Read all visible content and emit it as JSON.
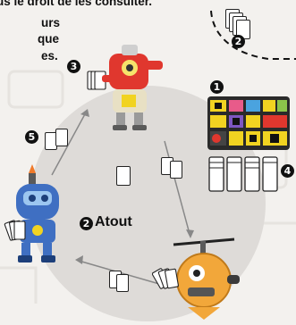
{
  "header": {
    "line1": "us le droit de les consulter.",
    "line2": "urs",
    "line3": "que",
    "line4": "es."
  },
  "labels": {
    "atout": "Atout"
  },
  "steps": {
    "step1": "1",
    "step2_corner": "2",
    "step2_atout": "2",
    "step3": "3",
    "step4": "4",
    "step5": "5"
  },
  "colors": {
    "circle": "#dedbd8",
    "background": "#f3f1ee",
    "robot_red": "#e0372e",
    "robot_blue": "#3f6fc2",
    "robot_orange": "#f2a73a",
    "board_dark": "#2a2a2a",
    "board_yellow": "#f1d321"
  }
}
